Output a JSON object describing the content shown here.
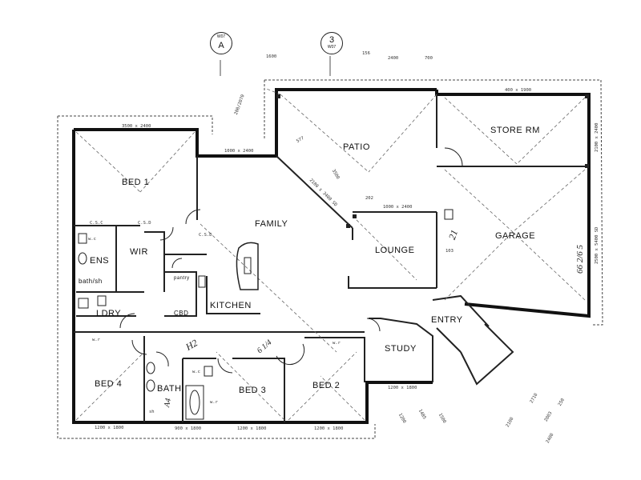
{
  "rooms": {
    "bed1": "BED 1",
    "patio": "PATIO",
    "store_rm": "STORE RM",
    "family": "FAMILY",
    "lounge": "LOUNGE",
    "garage": "GARAGE",
    "ens": "ENS",
    "wir": "WIR",
    "bath_sh": "bath/sh",
    "ldry": "LDRY",
    "cbd": "CBD",
    "kitchen": "KITCHEN",
    "pantry": "pantry",
    "entry": "ENTRY",
    "study": "STUDY",
    "bed4": "BED 4",
    "bath": "BATH",
    "bed3": "BED 3",
    "bed2": "BED 2"
  },
  "fixtures": {
    "csc1": "C.S.C",
    "csc2": "C.S.D",
    "csd3": "C.S.D",
    "wc1": "w.c",
    "wc2": "w.c",
    "wr1": "w.r",
    "wr2": "w.r",
    "wr3": "w.r",
    "sh": "sh"
  },
  "markers": {
    "a_top": "W07",
    "a_main": "A",
    "b_main": "3",
    "b_sub": "W07"
  },
  "dimensions": {
    "d1600": "1600",
    "d156": "156",
    "d2400": "2400",
    "d700": "700",
    "bed1_window": "3500 x 2400",
    "family_window": "1000 x 2400",
    "patio_window": "400 x 1900",
    "patio_dim": "3500",
    "patio_door": "2100 x 3400 SD",
    "lounge_window": "1000 x 2400",
    "garage_vert": "2100 x 2400",
    "garage_vert2": "2500 x 5400 SD",
    "bed4_window": "1200 x 1800",
    "bath_window": "900 x 1800",
    "bed3_window": "1200 x 1800",
    "bed2_window": "1200 x 1800",
    "study_window": "1200 x 1800",
    "d2020": "200/2070",
    "d577": "577",
    "d202": "202",
    "d103": "103",
    "d1200": "1200",
    "d1485": "1485",
    "d2710": "2710",
    "d2003": "2003",
    "d250": "250",
    "d2400b": "2400",
    "d2100": "2100",
    "d1500": "1500"
  },
  "handwritten": {
    "h2": "H2",
    "h21": "21",
    "h4": "A4",
    "h6": "66 2/6 5",
    "hf": "6 1/4"
  }
}
